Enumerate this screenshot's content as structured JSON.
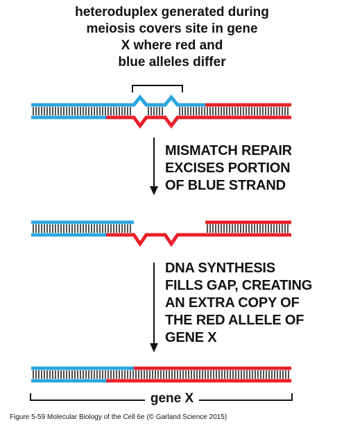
{
  "title_lines": [
    "heteroduplex generated during",
    "meiosis covers site in gene",
    "X where red and",
    "blue alleles differ"
  ],
  "step1_lines": [
    "MISMATCH REPAIR",
    "EXCISES PORTION",
    "OF BLUE STRAND"
  ],
  "step2_lines": [
    "DNA SYNTHESIS",
    "FILLS GAP, CREATING",
    "AN EXTRA COPY OF",
    "THE RED ALLELE OF",
    "GENE X"
  ],
  "gene_label": "gene X",
  "caption": "Figure 5-59  Molecular Biology of the Cell 6e (© Garland Science 2015)",
  "colors": {
    "blue_strand": "#2aa6df",
    "red_strand": "#e8202a",
    "rungs": "#222222"
  }
}
